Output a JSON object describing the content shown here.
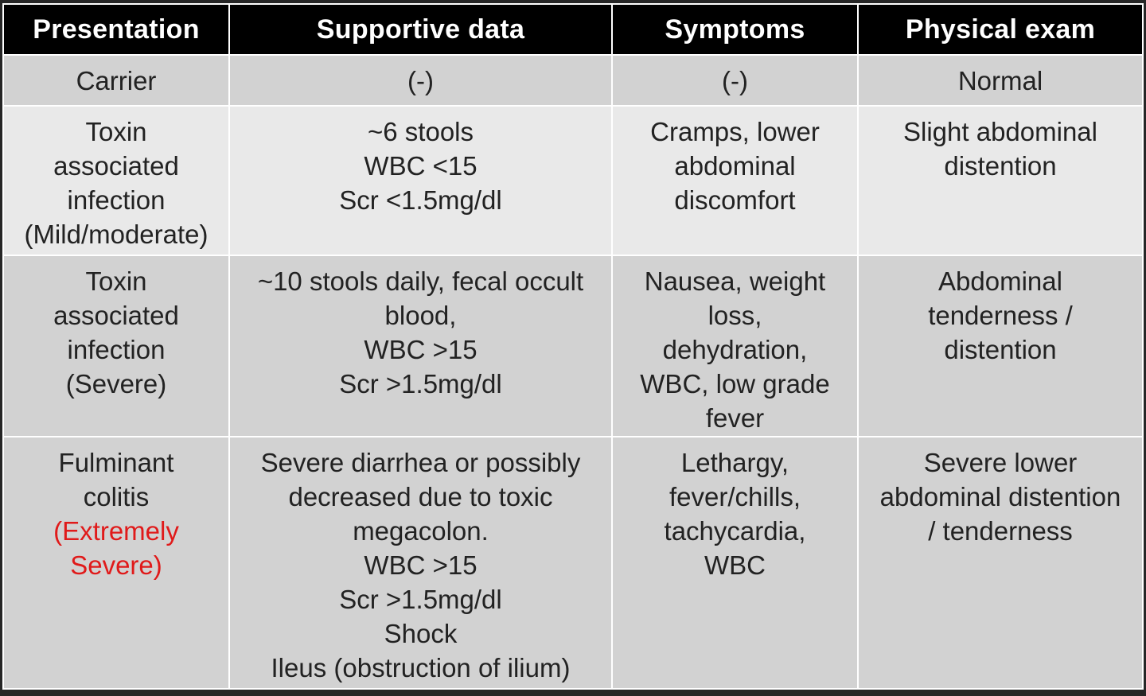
{
  "table": {
    "headers": [
      "Presentation",
      "Supportive data",
      "Symptoms",
      "Physical exam"
    ],
    "rows": [
      {
        "presentation": [
          "Carrier"
        ],
        "supportive": [
          "(-)"
        ],
        "symptoms": [
          "(-)"
        ],
        "exam": [
          "Normal"
        ]
      },
      {
        "presentation": [
          "Toxin",
          "associated",
          "infection",
          "(Mild/moderate)"
        ],
        "supportive": [
          "~6 stools",
          "WBC <15",
          "Scr <1.5mg/dl"
        ],
        "symptoms": [
          "Cramps, lower",
          "abdominal",
          "discomfort"
        ],
        "exam": [
          "Slight abdominal",
          "distention"
        ]
      },
      {
        "presentation": [
          "Toxin",
          "associated",
          "infection",
          "(Severe)"
        ],
        "supportive": [
          "~10 stools daily, fecal occult",
          "blood,",
          "WBC >15",
          "Scr >1.5mg/dl"
        ],
        "symptoms": [
          "Nausea, weight",
          "loss,",
          "dehydration,",
          "WBC, low grade",
          "fever"
        ],
        "exam": [
          "Abdominal",
          "tenderness /",
          "distention"
        ]
      },
      {
        "presentation": [
          "Fulminant",
          "colitis"
        ],
        "presentation_highlight": [
          "(Extremely",
          "Severe)"
        ],
        "supportive": [
          "Severe diarrhea or possibly",
          "decreased due to toxic",
          "megacolon.",
          "WBC >15",
          "Scr >1.5mg/dl",
          "Shock",
          "Ileus (obstruction of ilium)"
        ],
        "symptoms": [
          "Lethargy,",
          "fever/chills,",
          "tachycardia,",
          "WBC"
        ],
        "exam": [
          "Severe lower",
          "abdominal distention",
          "/ tenderness"
        ]
      }
    ]
  },
  "colors": {
    "header_bg": "#000000",
    "header_text": "#ffffff",
    "row_dark": "#d2d2d2",
    "row_light": "#e9e9e9",
    "highlight": "#e01a1a"
  }
}
